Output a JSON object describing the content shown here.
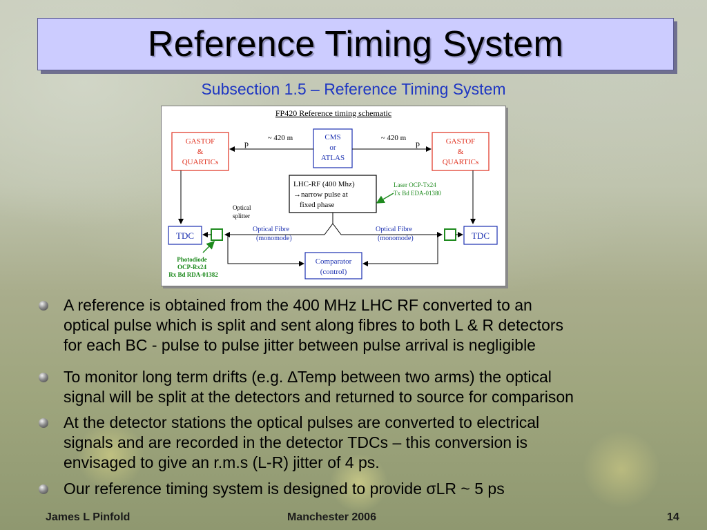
{
  "slide": {
    "title": "Reference Timing System",
    "subtitle": "Subsection 1.5 – Reference Timing System"
  },
  "diagram": {
    "title": "FP420 Reference timing schematic",
    "left_detector": [
      "GASTOF",
      "&",
      "QUARTICs"
    ],
    "right_detector": [
      "GASTOF",
      "&",
      "QUARTICs"
    ],
    "center_box": [
      "CMS",
      "or",
      "ATLAS"
    ],
    "left_distance": "~ 420 m",
    "right_distance": "~ 420 m",
    "proton_left": "p",
    "proton_right": "p",
    "lhc_rf": [
      "LHC-RF (400 Mhz)",
      "→narrow pulse at",
      "fixed phase"
    ],
    "laser": [
      "Laser OCP-Tx24",
      "Tx Bd EDA-01380"
    ],
    "optical_splitter": [
      "Optical",
      "splitter"
    ],
    "fibre_left": [
      "Optical Fibre",
      "(monomode)"
    ],
    "fibre_right": [
      "Optical Fibre",
      "(monomode)"
    ],
    "tdc_left": "TDC",
    "tdc_right": "TDC",
    "comparator": [
      "Comparator",
      "(control)"
    ],
    "photodiode": [
      "Photodiode",
      "OCP-Rx24",
      "Rx Bd RDA-01382"
    ],
    "colors": {
      "red": "#e0301e",
      "blue": "#1a2fb0",
      "green": "#1e8a1e"
    }
  },
  "bullets": [
    {
      "lines": [
        "A reference is obtained from the 400 MHz LHC RF converted to an",
        "optical pulse which is split and sent along fibres to both L & R detectors",
        "for each BC - pulse to pulse jitter between pulse arrival  is negligible"
      ]
    },
    {
      "lines": [
        "To monitor long term drifts (e.g. ∆Temp between two arms) the optical",
        "signal will be split at the detectors and returned to  source for comparison"
      ]
    },
    {
      "lines": [
        "At the detector stations the optical pulses are converted to electrical",
        "signals and are recorded in the detector TDCs – this conversion is",
        "envisaged to give an r.m.s (L-R) jitter of 4 ps."
      ]
    },
    {
      "lines": [
        "Our reference timing system is designed to provide σLR ~ 5 ps"
      ]
    }
  ],
  "footer": {
    "author": "James L Pinfold",
    "event": "Manchester 2006",
    "page": "14"
  }
}
